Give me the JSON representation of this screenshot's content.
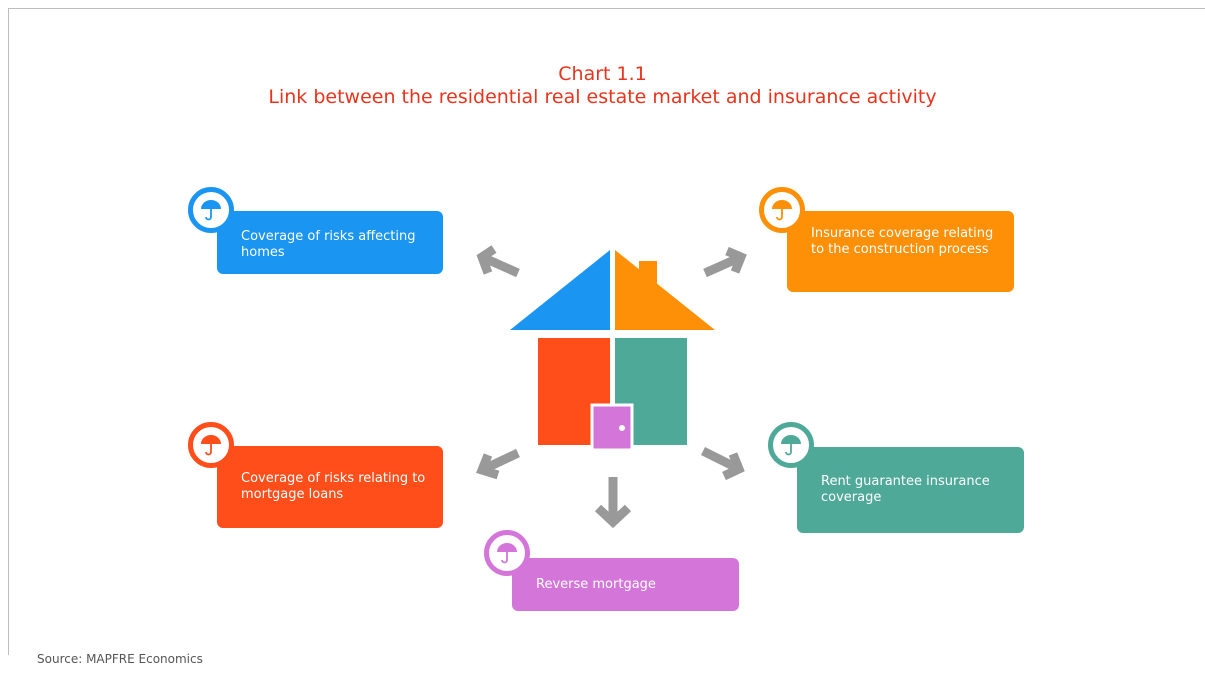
{
  "title": "Chart 1.1",
  "subtitle": "Link between the residential real estate market and insurance activity",
  "source": "Source: MAPFRE Economics",
  "colors": {
    "title": "#e8341c",
    "blue": "#1a95f2",
    "orange": "#fd9006",
    "red": "#ff4e1a",
    "teal": "#4fa998",
    "purple": "#d476d9",
    "arrow": "#999999"
  },
  "icons": [
    "umbrella-icon",
    "arrow-icon",
    "house-icon"
  ],
  "boxes": {
    "homes": "Coverage of risks affecting homes",
    "construction": "Insurance coverage relating to the construction process",
    "mortgage_loans": "Coverage of risks relating to mortgage loans",
    "rent": "Rent guarantee insurance coverage",
    "reverse": "Reverse mortgage"
  }
}
